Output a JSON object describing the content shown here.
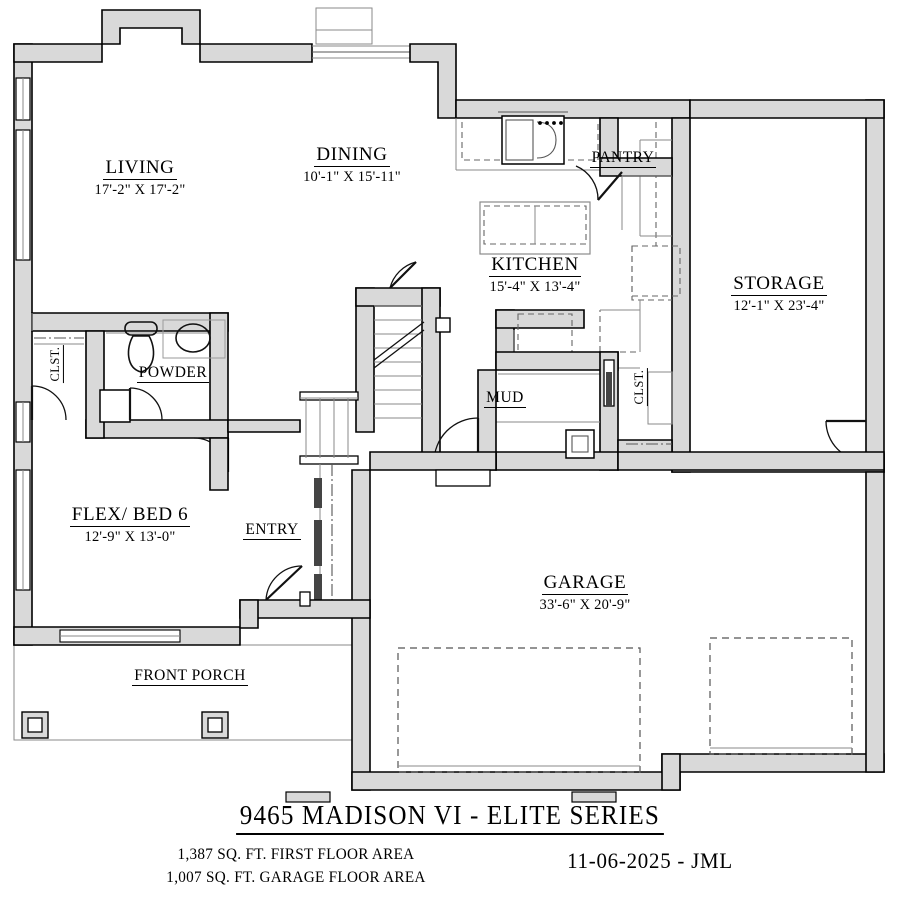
{
  "document": {
    "type": "architectural-floor-plan",
    "title": "9465 MADISON VI - ELITE  SERIES",
    "first_floor_area": "1,387 SQ. FT. FIRST FLOOR AREA",
    "garage_floor_area": "1,007 SQ. FT. GARAGE FLOOR AREA",
    "date_initials": "11-06-2025 - JML"
  },
  "colors": {
    "line": "#000000",
    "wall_fill": "#d9d9d9",
    "wall_core": "#ffffff",
    "thin_line": "#7a7a7a",
    "background": "#ffffff"
  },
  "rooms": [
    {
      "id": "living",
      "name": "LIVING",
      "dimensions": "17'-2\" X 17'-2\""
    },
    {
      "id": "dining",
      "name": "DINING",
      "dimensions": "10'-1\" X 15'-11\""
    },
    {
      "id": "kitchen",
      "name": "KITCHEN",
      "dimensions": "15'-4\" X 13'-4\""
    },
    {
      "id": "storage",
      "name": "STORAGE",
      "dimensions": "12'-1\" X 23'-4\""
    },
    {
      "id": "flexbed6",
      "name": "FLEX/ BED 6",
      "dimensions": "12'-9\" X 13'-0\""
    },
    {
      "id": "garage",
      "name": "GARAGE",
      "dimensions": "33'-6\" X 20'-9\""
    },
    {
      "id": "pantry",
      "name": "PANTRY",
      "dimensions": ""
    },
    {
      "id": "powder",
      "name": "POWDER",
      "dimensions": ""
    },
    {
      "id": "mud",
      "name": "MUD",
      "dimensions": ""
    },
    {
      "id": "entry",
      "name": "ENTRY",
      "dimensions": ""
    },
    {
      "id": "frontporch",
      "name": "FRONT PORCH",
      "dimensions": ""
    },
    {
      "id": "closet-hall",
      "name": "CLST.",
      "dimensions": ""
    },
    {
      "id": "closet-mud",
      "name": "CLST.",
      "dimensions": ""
    }
  ]
}
